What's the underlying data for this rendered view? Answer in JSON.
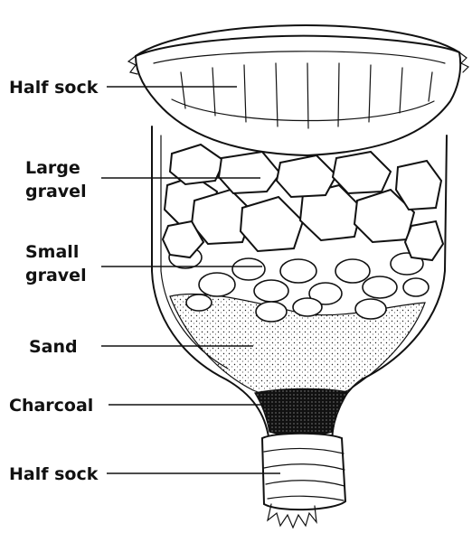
{
  "labels": [
    {
      "id": "half-sock-top",
      "lines": [
        "Half sock"
      ]
    },
    {
      "id": "large-gravel",
      "lines": [
        "Large",
        "gravel"
      ]
    },
    {
      "id": "small-gravel",
      "lines": [
        "Small",
        "gravel"
      ]
    },
    {
      "id": "sand",
      "lines": [
        "Sand"
      ]
    },
    {
      "id": "charcoal",
      "lines": [
        "Charcoal"
      ]
    },
    {
      "id": "half-sock-bottom",
      "lines": [
        "Half sock"
      ]
    }
  ]
}
